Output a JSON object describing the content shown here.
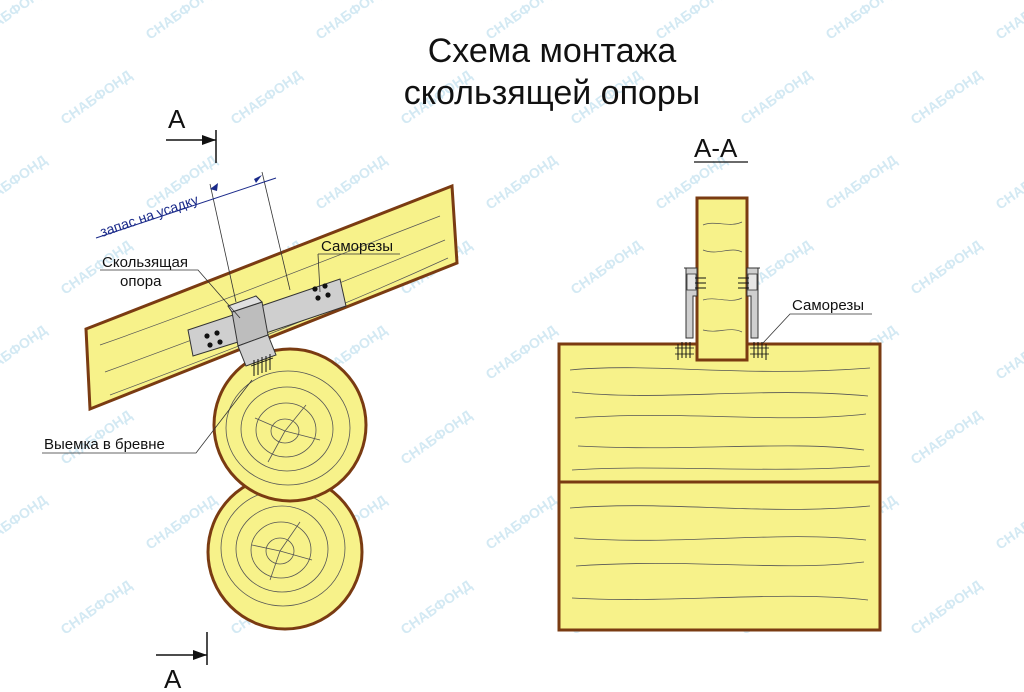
{
  "title": {
    "line1": "Схема монтажа",
    "line2": "скользящей опоры"
  },
  "labels": {
    "section_mark_top": "А",
    "section_mark_bottom": "А",
    "section_title": "А-А",
    "shrinkage_gap": "запас на усадку",
    "sliding_support_line1": "Скользящая",
    "sliding_support_line2": "опора",
    "screws_left": "Саморезы",
    "screws_right": "Саморезы",
    "log_notch": "Выемка в бревне"
  },
  "watermark": {
    "text": "СНАБФОНД"
  },
  "colors": {
    "wood": "#f7f28a",
    "wood_edge": "#7a3b12",
    "metal": "#cfcfcf",
    "ink": "#111111",
    "dimension": "#1a2a8a",
    "watermark": "#9ecfe6"
  }
}
